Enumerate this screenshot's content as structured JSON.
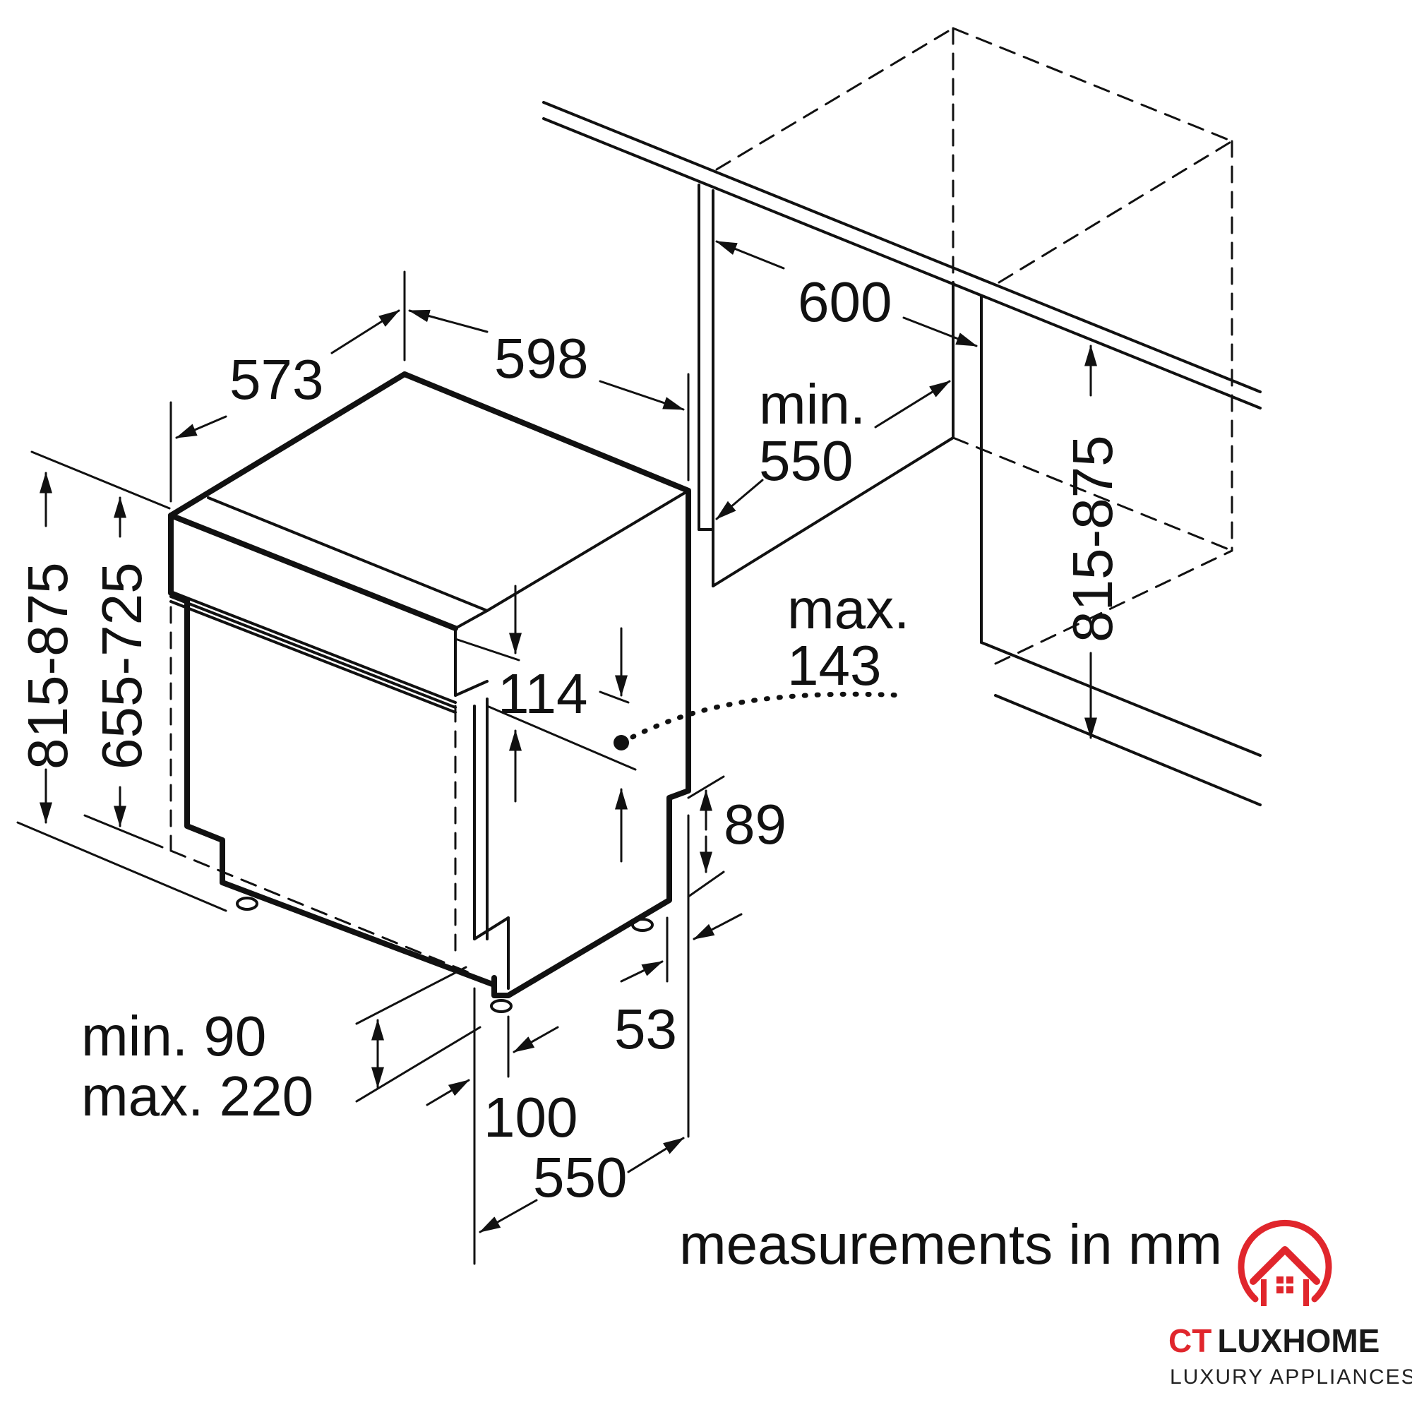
{
  "diagram": {
    "labels": {
      "depth_573": "573",
      "width_598": "598",
      "niche_width": "600",
      "niche_depth_min": "min.",
      "niche_depth_value": "550",
      "height_range_left": "815-875",
      "height_range_inner": "655-725",
      "height_range_right": "815-875",
      "panel_114": "114",
      "max_label": "max.",
      "max_value": "143",
      "dim_89": "89",
      "plinth_min": "min. 90",
      "plinth_max": "max. 220",
      "dim_53": "53",
      "dim_100": "100",
      "depth_550": "550"
    },
    "note": "measurements in mm"
  },
  "logo": {
    "brand_ct": "CT",
    "brand_lux": "LUX",
    "brand_home": "HOME",
    "tagline": "LUXURY APPLIANCES",
    "colors": {
      "red": "#e0262c",
      "dark": "#1a1a1a"
    }
  }
}
